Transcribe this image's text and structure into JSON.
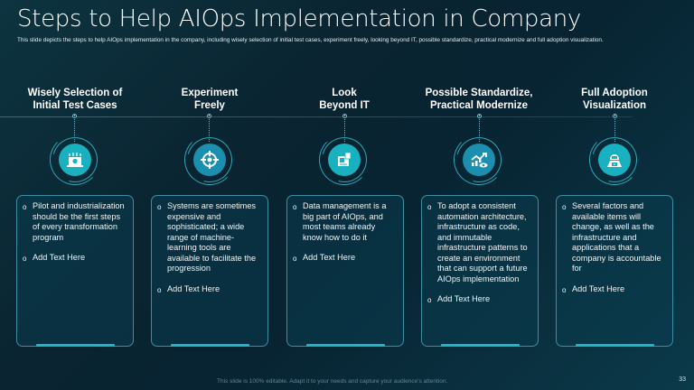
{
  "header": {
    "title": "Steps to Help AIOps Implementation in Company",
    "subtitle": "This slide depicts the steps to help AIOps implementation in the company, including wisely selection of initial test cases, experiment freely, looking beyond IT, possible standardize, practical modernize and full adoption visualization."
  },
  "steps": [
    {
      "title_line1": "Wisely Selection of",
      "title_line2": "Initial Test Cases",
      "icon": "laptop-network-icon",
      "bullets": [
        "Pilot and industrialization should be the first steps of every transformation program",
        "Add Text Here"
      ]
    },
    {
      "title_line1": "Experiment",
      "title_line2": "Freely",
      "icon": "target-icon",
      "bullets": [
        "Systems are sometimes expensive and sophisticated; a wide range of machine-learning tools are available to facilitate the progression",
        "Add Text Here"
      ]
    },
    {
      "title_line1": "Look",
      "title_line2": "Beyond IT",
      "icon": "data-storage-icon",
      "bullets": [
        "Data management is a big part of AIOps, and most teams already know how to do it",
        "Add Text Here"
      ]
    },
    {
      "title_line1": "Possible Standardize,",
      "title_line2": "Practical Modernize",
      "icon": "growth-chart-eye-icon",
      "bullets": [
        "To adopt a consistent automation architecture, infrastructure as code, and immutable infrastructure patterns to create an environment that can support a future AIOps implementation",
        "Add Text Here"
      ]
    },
    {
      "title_line1": "Full Adoption",
      "title_line2": "Visualization",
      "icon": "hacker-laptop-icon",
      "bullets": [
        "Several factors and available items will change, as well as the infrastructure and applications that a company is accountable for",
        "Add Text Here"
      ]
    }
  ],
  "bullet_mark": "o",
  "footer": {
    "note": "This slide is 100% editable. Adapt it to your needs and capture your audience's attention.",
    "page_number": "33"
  },
  "colors": {
    "accent_teal": "#19b1bf",
    "accent_blue": "#1c8fb0",
    "card_border": "#3c8fa3",
    "card_bar": "#1fb5c8"
  }
}
